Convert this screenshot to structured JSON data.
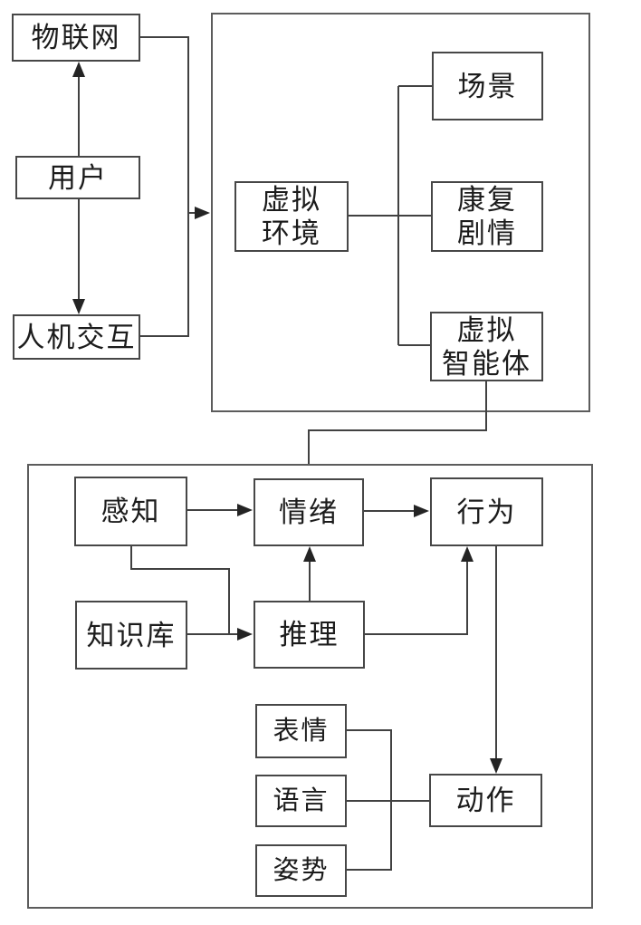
{
  "diagram": {
    "description": "virtual-rehabilitation-agent-architecture",
    "colors": {
      "background": "#ffffff",
      "line": "#414141",
      "box_border": "#474747",
      "container_border": "#5c5c5c",
      "text": "#1c1c1c"
    },
    "nodes": {
      "iot": "物联网",
      "user": "用户",
      "hci": "人机交互",
      "virtual_environment": "虚拟\n环境",
      "scene": "场景",
      "rehab_plot": "康复\n剧情",
      "virtual_agent": "虚拟\n智能体",
      "perception": "感知",
      "emotion": "情绪",
      "behavior": "行为",
      "knowledge_base": "知识库",
      "reasoning": "推理",
      "expression": "表情",
      "language": "语言",
      "posture": "姿势",
      "action": "动作"
    },
    "edges": [
      {
        "from": "user",
        "to": "iot",
        "arrow": true
      },
      {
        "from": "user",
        "to": "hci",
        "arrow": true
      },
      {
        "from": "iot",
        "to": "virtual-environment-container",
        "arrow": true
      },
      {
        "from": "hci",
        "to": "virtual-environment-container",
        "arrow": true
      },
      {
        "from": "virtual_environment",
        "to": "scene",
        "arrow": false
      },
      {
        "from": "virtual_environment",
        "to": "rehab_plot",
        "arrow": false
      },
      {
        "from": "virtual_environment",
        "to": "virtual_agent",
        "arrow": false
      },
      {
        "from": "virtual_agent",
        "to": "agent-container",
        "arrow": false
      },
      {
        "from": "perception",
        "to": "emotion",
        "arrow": true
      },
      {
        "from": "perception",
        "to": "reasoning",
        "arrow": true
      },
      {
        "from": "knowledge_base",
        "to": "reasoning",
        "arrow": true
      },
      {
        "from": "reasoning",
        "to": "emotion",
        "arrow": true
      },
      {
        "from": "reasoning",
        "to": "behavior",
        "arrow": true
      },
      {
        "from": "emotion",
        "to": "behavior",
        "arrow": true
      },
      {
        "from": "behavior",
        "to": "action",
        "arrow": true
      },
      {
        "from": "expression",
        "to": "action",
        "arrow": false
      },
      {
        "from": "language",
        "to": "action",
        "arrow": false
      },
      {
        "from": "posture",
        "to": "action",
        "arrow": false
      }
    ]
  }
}
